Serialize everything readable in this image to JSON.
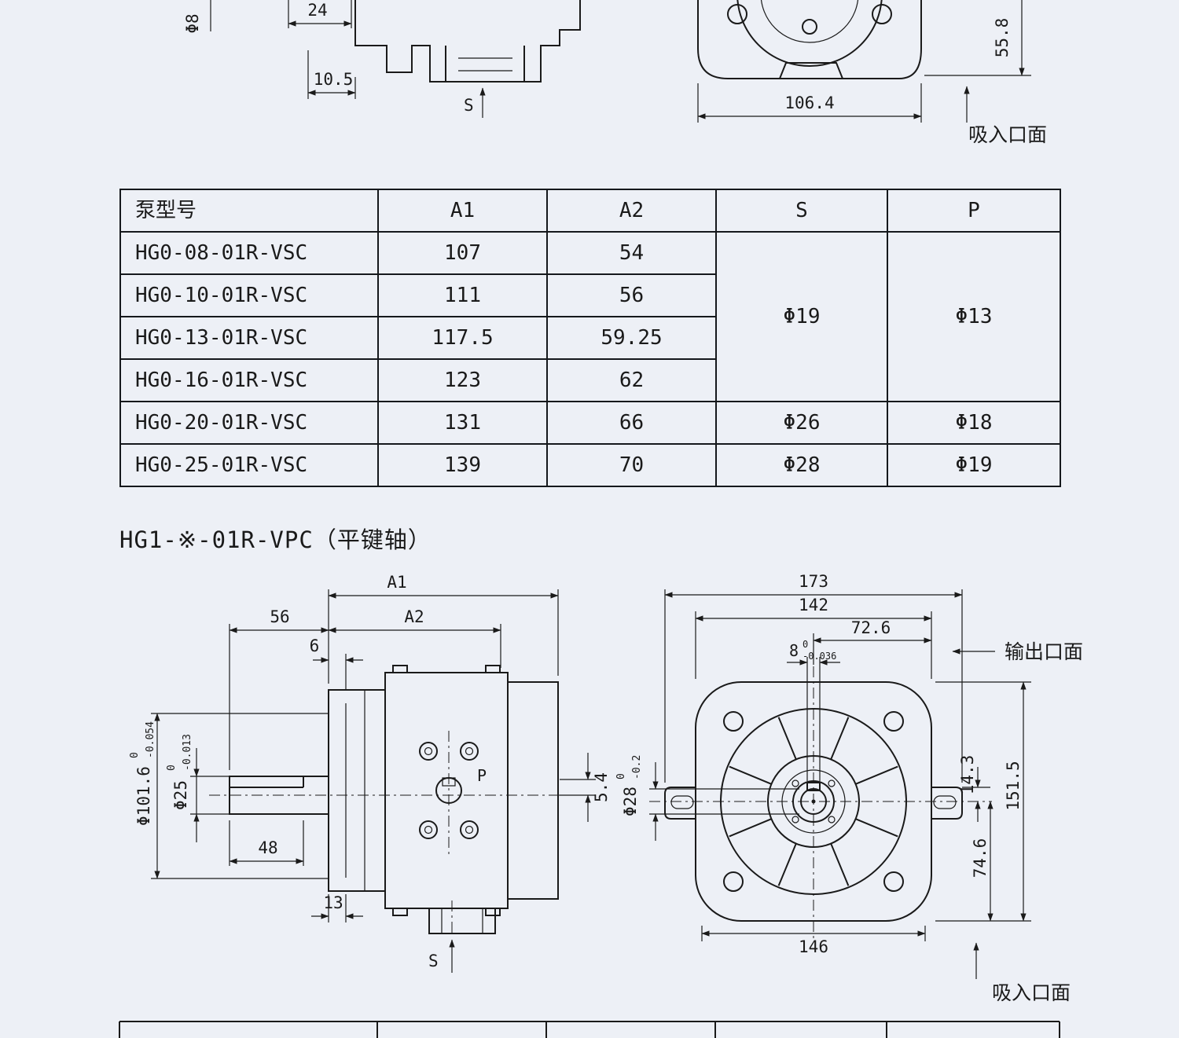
{
  "page": {
    "bg": "#edf0f6",
    "ink": "#1a1a1a"
  },
  "top_left_drawing": {
    "dim_24": "24",
    "dim_10_5": "10.5",
    "dim_partial": "Φ8",
    "port_s": "S"
  },
  "top_right_drawing": {
    "dim_106_4": "106.4",
    "dim_55_8": "55.8",
    "suction_face": "吸入口面"
  },
  "spec_table": {
    "headers": {
      "model": "泵型号",
      "a1": "A1",
      "a2": "A2",
      "s": "S",
      "p": "P"
    },
    "rows": [
      {
        "model": "HG0-08-01R-VSC",
        "a1": "107",
        "a2": "54"
      },
      {
        "model": "HG0-10-01R-VSC",
        "a1": "111",
        "a2": "56"
      },
      {
        "model": "HG0-13-01R-VSC",
        "a1": "117.5",
        "a2": "59.25"
      },
      {
        "model": "HG0-16-01R-VSC",
        "a1": "123",
        "a2": "62"
      },
      {
        "model": "HG0-20-01R-VSC",
        "a1": "131",
        "a2": "66",
        "s": "Φ26",
        "p": "Φ18"
      },
      {
        "model": "HG0-25-01R-VSC",
        "a1": "139",
        "a2": "70",
        "s": "Φ28",
        "p": "Φ19"
      }
    ],
    "merged": {
      "s": "Φ19",
      "p": "Φ13"
    }
  },
  "section_title": "HG1-※-01R-VPC（平键轴）",
  "side_view": {
    "dim_a1": "A1",
    "dim_56": "56",
    "dim_a2": "A2",
    "dim_6": "6",
    "dim_body_dia": {
      "base": "Φ101.6",
      "tol_hi": "0",
      "tol_lo": "-0.054"
    },
    "dim_shaft_dia": {
      "base": "Φ25",
      "tol_hi": "0",
      "tol_lo": "-0.013"
    },
    "dim_48": "48",
    "dim_13": "13",
    "dim_5_4": "5.4",
    "port_p": "P",
    "port_s": "S"
  },
  "front_view": {
    "dim_173": "173",
    "dim_142": "142",
    "dim_72_6": "72.6",
    "dim_key": {
      "base": "8",
      "tol_hi": "0",
      "tol_lo": "-0.036"
    },
    "outlet_face": "输出口面",
    "dim_bore": {
      "base": "Φ28",
      "tol_hi": "0",
      "tol_lo": "-0.2"
    },
    "dim_14_3": "14.3",
    "dim_151_5": "151.5",
    "dim_74_6": "74.6",
    "dim_146": "146",
    "suction_face": "吸入口面"
  }
}
